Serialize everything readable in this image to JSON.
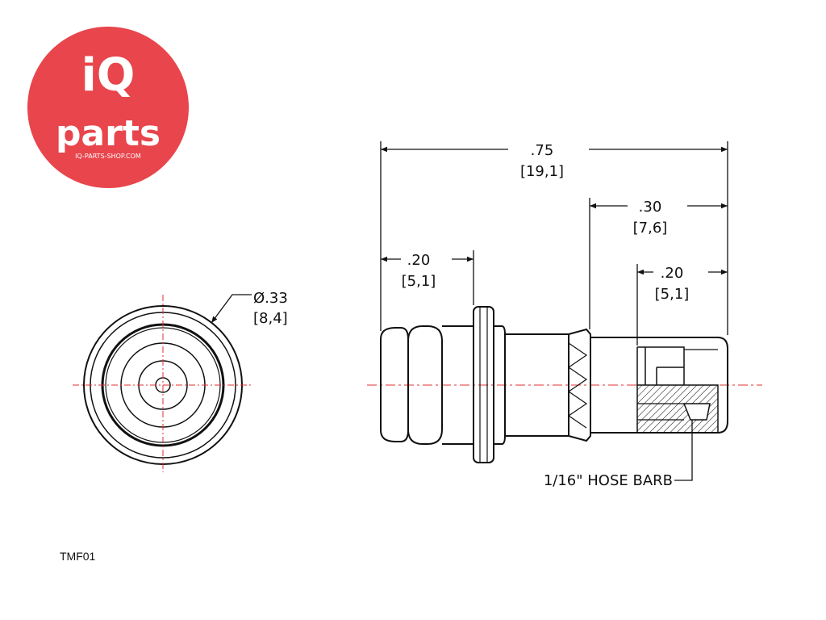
{
  "logo": {
    "brand_top": "iQ",
    "brand_bottom": "parts",
    "site": "IQ-PARTS-SHOP.COM",
    "color": "#e8454c"
  },
  "part_code": "TMF01",
  "dimensions": {
    "overall": {
      "inch": ".75",
      "mm": "[19,1]"
    },
    "barb_section": {
      "inch": ".30",
      "mm": "[7,6]"
    },
    "barb_length": {
      "inch": ".20",
      "mm": "[5,1]"
    },
    "front_length": {
      "inch": ".20",
      "mm": "[5,1]"
    },
    "diameter": {
      "inch": "Ø.33",
      "mm": "[8,4]"
    }
  },
  "callout": "1/16\" HOSE BARB",
  "colors": {
    "line": "#111111",
    "centerline": "#e23030"
  }
}
